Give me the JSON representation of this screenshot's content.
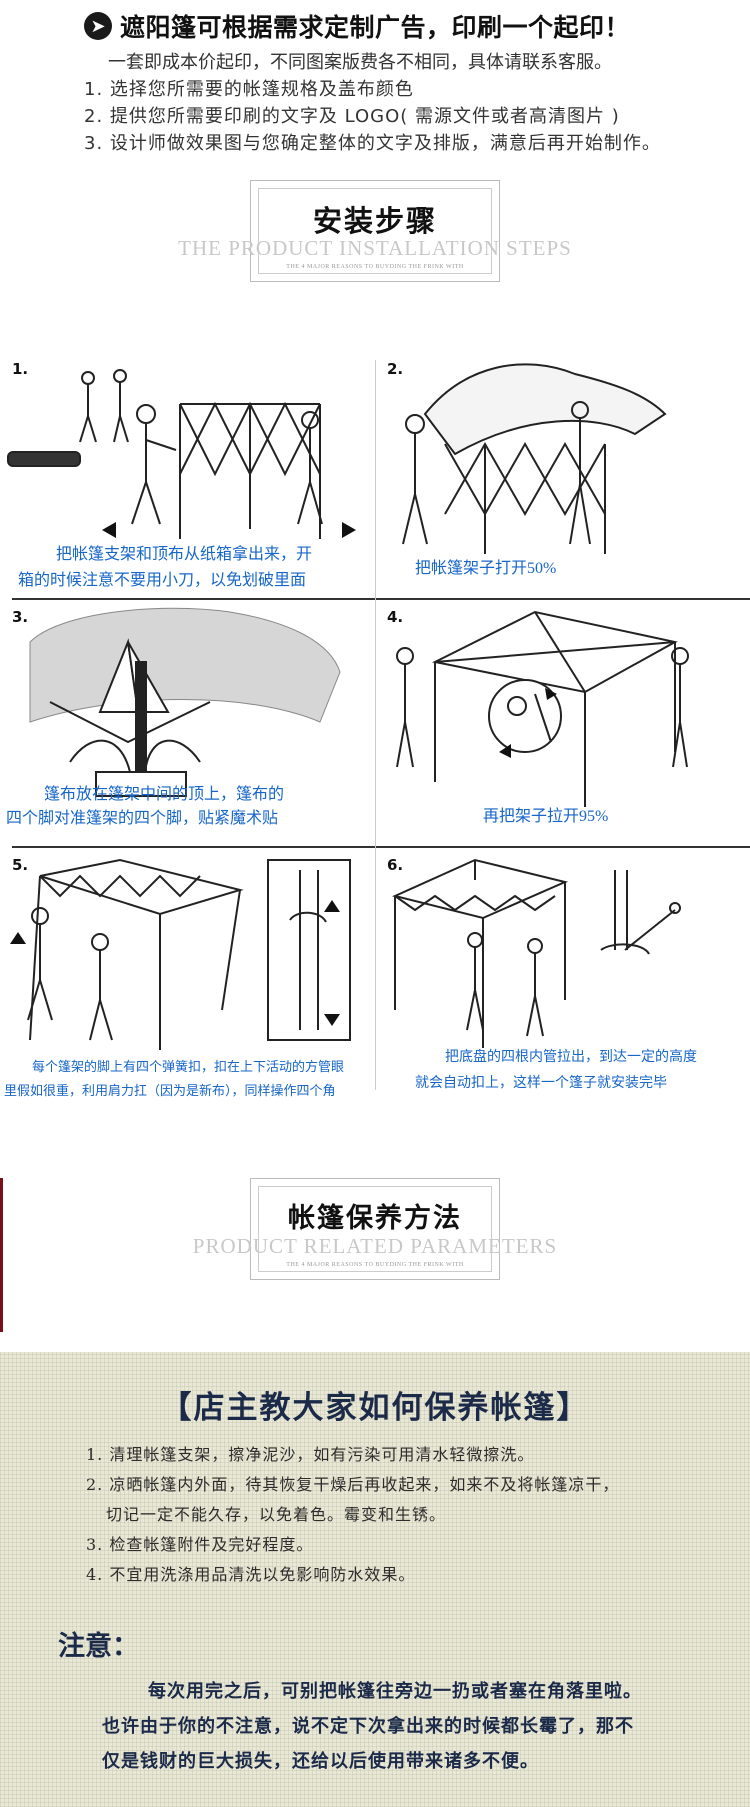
{
  "promo": {
    "title": "遮阳篷可根据需求定制广告，印刷一个起印！",
    "arrow": "➤",
    "subtitle": "一套即成本价起印，不同图案版费各不相同，具体请联系客服。",
    "items": [
      "1. 选择您所需要的帐篷规格及盖布颜色",
      "2. 提供您所需要印刷的文字及 LOGO( 需源文件或者高清图片 )",
      "3. 设计师做效果图与您确定整体的文字及排版，满意后再开始制作。"
    ]
  },
  "install_heading": {
    "title": "安装步骤",
    "english": "THE PRODUCT INSTALLATION STEPS",
    "tiny": "THE 4 MAJOR REASONS TO BUYDING THE FRINK WITH"
  },
  "steps": [
    {
      "num": "1.",
      "caption": [
        "把帐篷支架和顶布从纸箱拿出来，开",
        "箱的时候注意不要用小刀，以免划破里面"
      ]
    },
    {
      "num": "2.",
      "caption": [
        "把帐篷架子打开50%"
      ]
    },
    {
      "num": "3.",
      "caption": [
        "篷布放在篷架中间的顶上，篷布的",
        "四个脚对准篷架的四个脚，贴紧魔术贴"
      ]
    },
    {
      "num": "4.",
      "caption": [
        "再把架子拉开95%"
      ]
    },
    {
      "num": "5.",
      "caption": [
        "每个篷架的脚上有四个弹簧扣，扣在上下活动的方管眼",
        "里假如很重，利用肩力扛（因为是新布），同样操作四个角"
      ]
    },
    {
      "num": "6.",
      "caption": [
        "把底盘的四根内管拉出，到达一定的高度",
        "就会自动扣上，这样一个篷子就安装完毕"
      ]
    }
  ],
  "care_heading": {
    "title": "帐篷保养方法",
    "english": "PRODUCT RELATED PARAMETERS",
    "tiny": "THE 4 MAJOR REASONS TO BUYDING THE FRINK WITH"
  },
  "care": {
    "title": "【店主教大家如何保养帐篷】",
    "items": [
      {
        "lines": [
          "1. 清理帐篷支架，擦净泥沙，如有污染可用清水轻微擦洗。"
        ]
      },
      {
        "lines": [
          "2. 凉晒帐篷内外面，待其恢复干燥后再收起来，如来不及将帐篷凉干，",
          "切记一定不能久存，以免着色。霉变和生锈。"
        ]
      },
      {
        "lines": [
          "3. 检查帐篷附件及完好程度。"
        ]
      },
      {
        "lines": [
          "4. 不宜用洗涤用品清洗以免影响防水效果。"
        ]
      }
    ],
    "notice_title": "注意：",
    "notice_lines": [
      "每次用完之后，可别把帐篷往旁边一扔或者塞在角落里啦。",
      "也许由于你的不注意，说不定下次拿出来的时候都长霉了，那不",
      "仅是钱财的巨大损失，还给以后使用带来诸多不便。"
    ]
  },
  "colors": {
    "caption_blue": "#1766c8",
    "care_bg": "#e9e8d6",
    "care_text": "#1c2a4a",
    "red_accent": "#7a0e1a"
  }
}
